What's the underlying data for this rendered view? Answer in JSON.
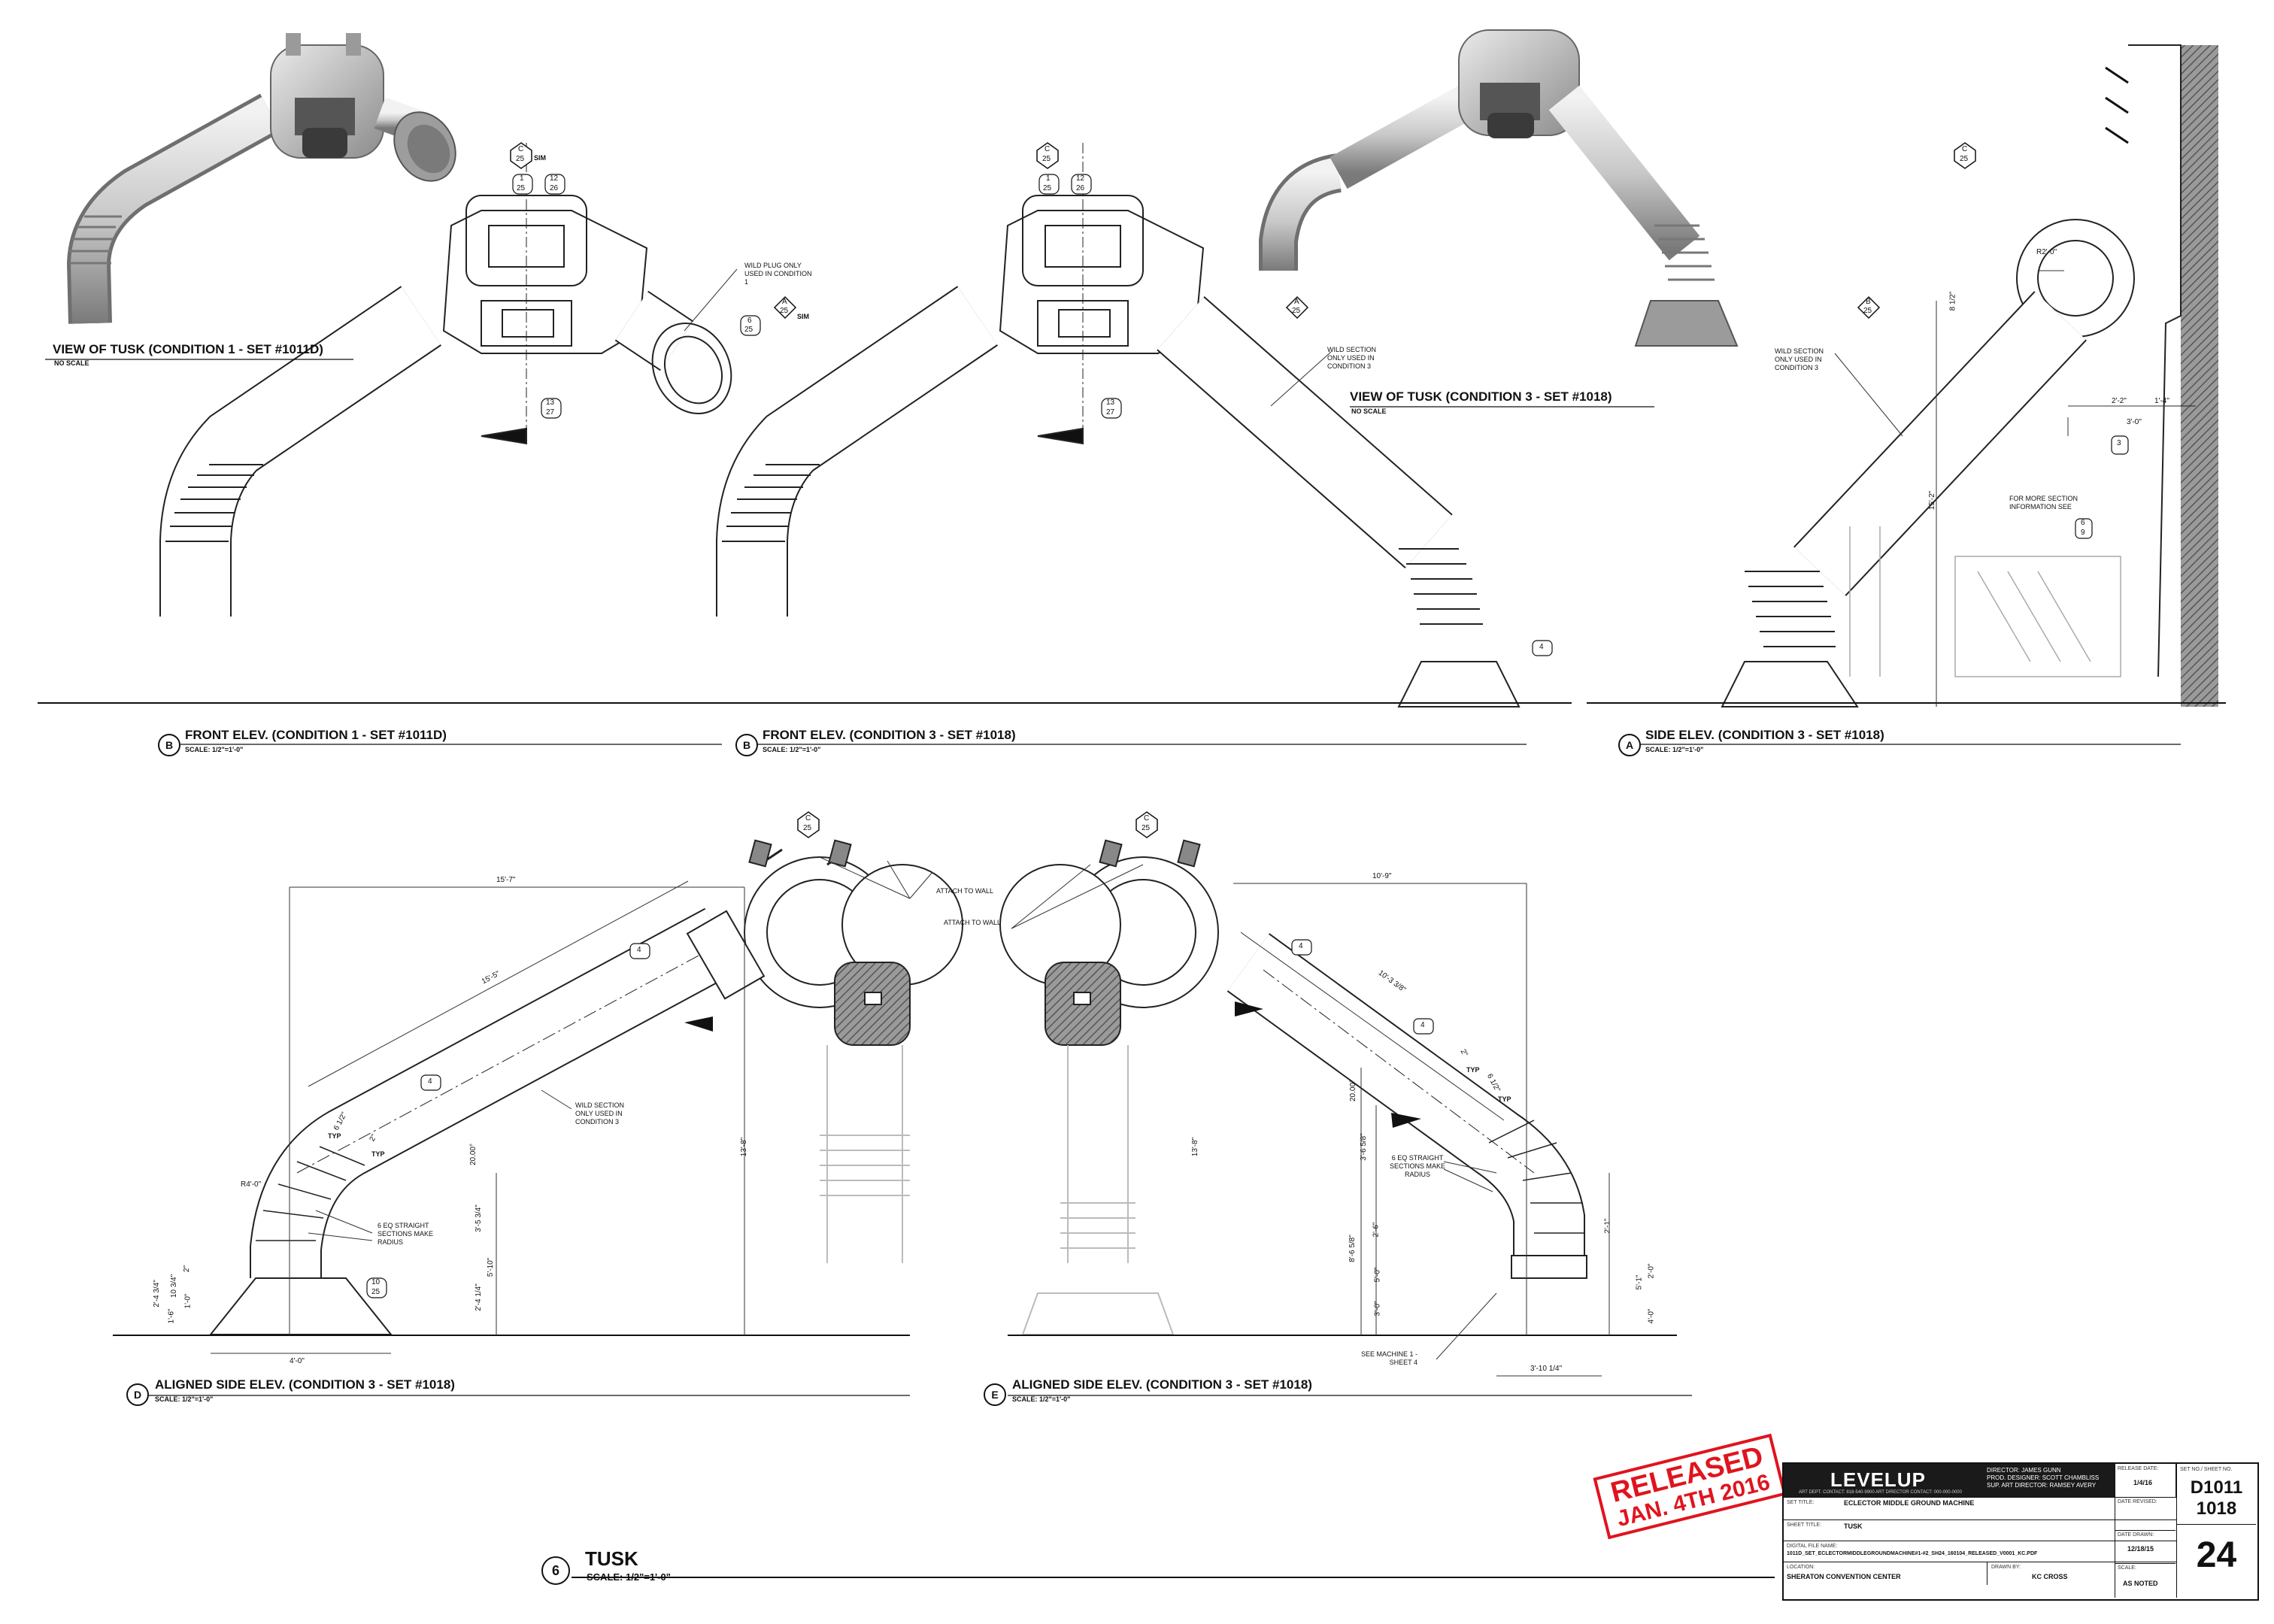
{
  "views": [
    {
      "id": "tusk-c1",
      "title": "VIEW OF TUSK (CONDITION 1 - SET #1011D)",
      "scale": "NO SCALE"
    },
    {
      "id": "front-c1",
      "marker": "B",
      "title": "FRONT ELEV. (CONDITION 1 - SET #1011D)",
      "scale": "SCALE: 1/2\"=1'-0\""
    },
    {
      "id": "front-c3",
      "marker": "B",
      "title": "FRONT ELEV. (CONDITION 3 - SET #1018)",
      "scale": "SCALE: 1/2\"=1'-0\""
    },
    {
      "id": "tusk-c3",
      "title": "VIEW OF TUSK (CONDITION 3 - SET #1018)",
      "scale": "NO SCALE"
    },
    {
      "id": "side-c3",
      "marker": "A",
      "title": "SIDE ELEV. (CONDITION 3 - SET #1018)",
      "scale": "SCALE: 1/2\"=1'-0\""
    },
    {
      "id": "aligned-d",
      "marker": "D",
      "title": "ALIGNED SIDE ELEV. (CONDITION 3 - SET #1018)",
      "scale": "SCALE: 1/2\"=1'-0\""
    },
    {
      "id": "aligned-e",
      "marker": "E",
      "title": "ALIGNED SIDE ELEV. (CONDITION 3 - SET #1018)",
      "scale": "SCALE: 1/2\"=1'-0\""
    }
  ],
  "notes": {
    "wild_plug": "WILD PLUG ONLY USED IN CONDITION 1",
    "wild_section_c3": "WILD SECTION ONLY USED IN CONDITION 3",
    "attach_to_wall": "ATTACH TO WALL",
    "eq_sections": "6 EQ STRAIGHT SECTIONS MAKE RADIUS",
    "more_section": "FOR MORE SECTION INFORMATION SEE",
    "see_machine": "SEE MACHINE 1 - SHEET 4",
    "sim": "SIM",
    "typ": "TYP"
  },
  "callouts": {
    "c25": {
      "top": "C",
      "bottom": "25"
    },
    "a25": {
      "top": "A",
      "bottom": "25"
    },
    "b25": {
      "top": "B",
      "bottom": "25"
    },
    "d1_25": {
      "top": "1",
      "bottom": "25"
    },
    "d12_26": {
      "top": "12",
      "bottom": "26"
    },
    "d13_27": {
      "top": "13",
      "bottom": "27"
    },
    "d6_25": {
      "top": "6",
      "bottom": "25"
    },
    "d10_25": {
      "top": "10",
      "bottom": "25"
    },
    "d6_9": {
      "top": "6",
      "bottom": "9"
    },
    "tag4": "4",
    "tag3": "3"
  },
  "dimensions": {
    "r4": "R4'-0\"",
    "r2": "R2'-0\"",
    "d15_7": "15'-7\"",
    "d15_5": "15'-5\"",
    "d10_9": "10'-9\"",
    "d10_3_3_8": "10'-3 3/8\"",
    "d4_0": "4'-0\"",
    "d3_10_1_4": "3'-10 1/4\"",
    "d13_8": "13'-8\"",
    "d15_2": "15'-2\"",
    "d2_2": "2'-2\"",
    "d1_4": "1'-4\"",
    "d3_0": "3'-0\"",
    "d8_1_2": "8 1/2\"",
    "d20": "20.00°",
    "d5_10": "5'-10\"",
    "d3_6_5_8": "3'-6 5/8\"",
    "d8_6_5_8": "8'-6 5/8\"",
    "d2_6": "2'-6\"",
    "d2_1": "2'-1\"",
    "d5_1": "5'-1\"",
    "d2_4_3_4": "2'-4 3/4\"",
    "d1_6": "1'-6\"",
    "d10_3_4": "10 3/4\"",
    "d1_0": "1'-0\"",
    "d2_4_1_4": "2'-4 1/4\"",
    "d3_5_3_4": "3'-5 3/4\"",
    "d6_1_2": "6 1/2\"",
    "d2": "2\"",
    "d4_0b": "4'-0\"",
    "d2_0": "2'-0\"",
    "d5_0": "5'-0\""
  },
  "stamp": {
    "line1": "RELEASED",
    "line2": "JAN. 4TH 2016",
    "color": "#e0141e"
  },
  "sheet_title": {
    "number": "6",
    "name": "TUSK",
    "scale": "SCALE: 1/2\"=1'-0\""
  },
  "title_block": {
    "logo": "LEVELUP",
    "credits": [
      "DIRECTOR: JAMES GUNN",
      "PROD. DESIGNER: SCOTT CHAMBLISS",
      "SUP. ART DIRECTOR: RAMSEY AVERY"
    ],
    "contact": "ART DEPT. CONTACT: 818-540-9900  ART DIRECTOR CONTACT: 000-000-0000",
    "set_title_label": "SET TITLE:",
    "set_title": "ECLECTOR MIDDLE GROUND MACHINE",
    "sheet_title_label": "SHEET TITLE:",
    "sheet_title": "TUSK",
    "file_label": "DIGITAL FILE NAME:",
    "file_name": "1011D_SET_ECLECTORMIDDLEGROUNDMACHINE#1-#2_SH24_160104_RELEASED_V0001_KC.PDF",
    "location_label": "LOCATION:",
    "location": "SHERATON CONVENTION CENTER",
    "drawn_label": "DRAWN BY:",
    "drawn_by": "KC CROSS",
    "release_label": "RELEASE DATE:",
    "release_date": "1/4/16",
    "revised_label": "DATE REVISED:",
    "drawn_date_label": "DATE DRAWN:",
    "drawn_date": "12/18/15",
    "scale_label": "SCALE:",
    "scale": "AS NOTED",
    "set_no_label": "SET NO./ SHEET NO.",
    "set_no_1": "D1011",
    "set_no_2": "1018",
    "sheet_no": "24"
  }
}
